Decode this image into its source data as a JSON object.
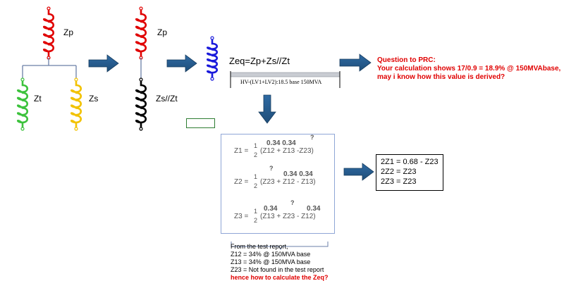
{
  "labels": {
    "zp1": "Zp",
    "zt": "Zt",
    "zs": "Zs",
    "zp2": "Zp",
    "zs_zt": "Zs//Zt",
    "zeq": "Zeq=Zp+Zs//Zt",
    "hv": "HV-(LV1+LV2):18.5 base 150MVA"
  },
  "question": {
    "line1": "Question to PRC:",
    "line2": "Your calculation shows 17/0.9 = 18.9% @ 150MVAbase,",
    "line3": "may i know how this value is derived?"
  },
  "equations": {
    "eq1": {
      "lhs": "Z1 =",
      "num": "1",
      "den": "2",
      "body": "(Z12 + Z13 -Z23)",
      "vals": "0.34  0.34",
      "q": "?"
    },
    "eq2": {
      "lhs": "Z2 =",
      "num": "1",
      "den": "2",
      "body": "(Z23 + Z12 - Z13)",
      "vals": "0.34  0.34",
      "q": "?"
    },
    "eq3": {
      "lhs": "Z3 =",
      "num": "1",
      "den": "2",
      "body": "(Z13 + Z23 - Z12)",
      "vals1": "0.34",
      "vals2": "0.34",
      "q": "?"
    }
  },
  "results": {
    "r1": "2Z1 = 0.68 - Z23",
    "r2": "2Z2 = Z23",
    "r3": "2Z3 = Z23"
  },
  "test_report": {
    "line1": "From the test report,",
    "line2": "Z12 = 34% @ 150MVA base",
    "line3": "Z13 = 34% @ 150MVA base",
    "line4": "Z23 = Not found in the test report",
    "line5": "hence how to calculate the Zeq?"
  },
  "colors": {
    "primary": "#e00000",
    "tertiary": "#3cc23c",
    "secondary": "#f2c200",
    "series": "#000000",
    "equivalent": "#1a1adb",
    "arrow": "#1f4e79"
  }
}
